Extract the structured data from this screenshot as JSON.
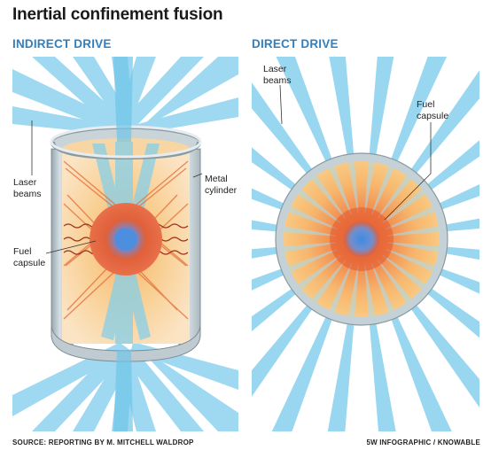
{
  "title": "Inertial confinement fusion",
  "panels": {
    "indirect": {
      "heading": "INDIRECT DRIVE",
      "labels": {
        "laser_beams": [
          "Laser",
          "beams"
        ],
        "metal_cylinder": [
          "Metal",
          "cylinder"
        ],
        "fuel_capsule": [
          "Fuel",
          "capsule"
        ]
      }
    },
    "direct": {
      "heading": "DIRECT DRIVE",
      "labels": {
        "laser_beams": [
          "Laser",
          "beams"
        ],
        "fuel_capsule": [
          "Fuel",
          "capsule"
        ]
      }
    }
  },
  "footer": {
    "source": "SOURCE: REPORTING BY M. MITCHELL WALDROP",
    "credit": "5W INFOGRAPHIC / KNOWABLE"
  },
  "colors": {
    "heading": "#2f7fc1",
    "beam": "#7fcdee",
    "hohlraum_metal": "#b9c6cc",
    "capsule_core": "#4f8fd6",
    "capsule_shell": "#e8653a",
    "fuel_glow": "#f7c27a"
  }
}
